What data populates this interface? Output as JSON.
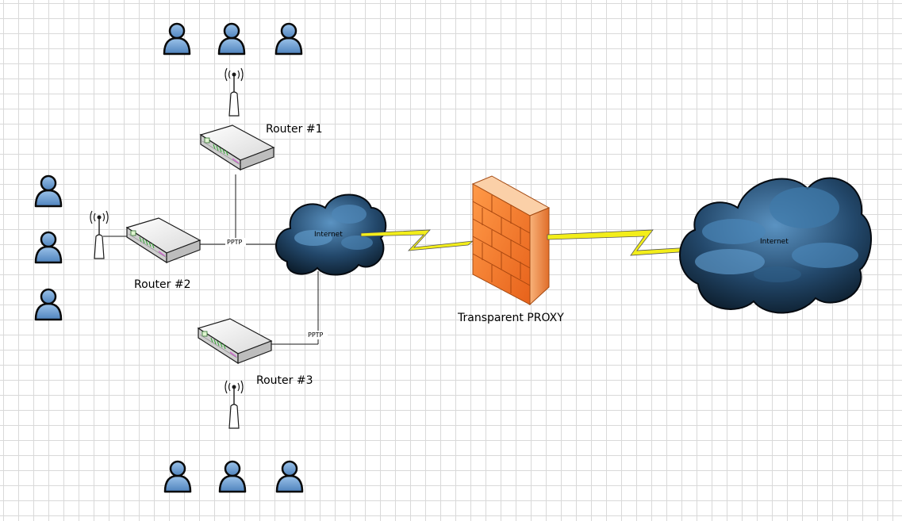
{
  "diagram": {
    "routers": [
      {
        "id": "r1",
        "label": "Router #1"
      },
      {
        "id": "r2",
        "label": "Router #2"
      },
      {
        "id": "r3",
        "label": "Router #3"
      }
    ],
    "links": {
      "r2_cloud": "PPTP",
      "r3_cloud": "PPTP"
    },
    "clouds": {
      "local": "Internet",
      "remote": "Internet"
    },
    "firewall": {
      "label": "Transparent PROXY"
    },
    "colors": {
      "user_fill": "#6d9fd3",
      "user_stroke": "#0a0a0a",
      "cloud_dark": "#0d1e2b",
      "cloud_light": "#4a86b8",
      "firewall": "#f07a2a",
      "lightning": "#f3ee1a",
      "grid": "#d9d9d9"
    }
  }
}
